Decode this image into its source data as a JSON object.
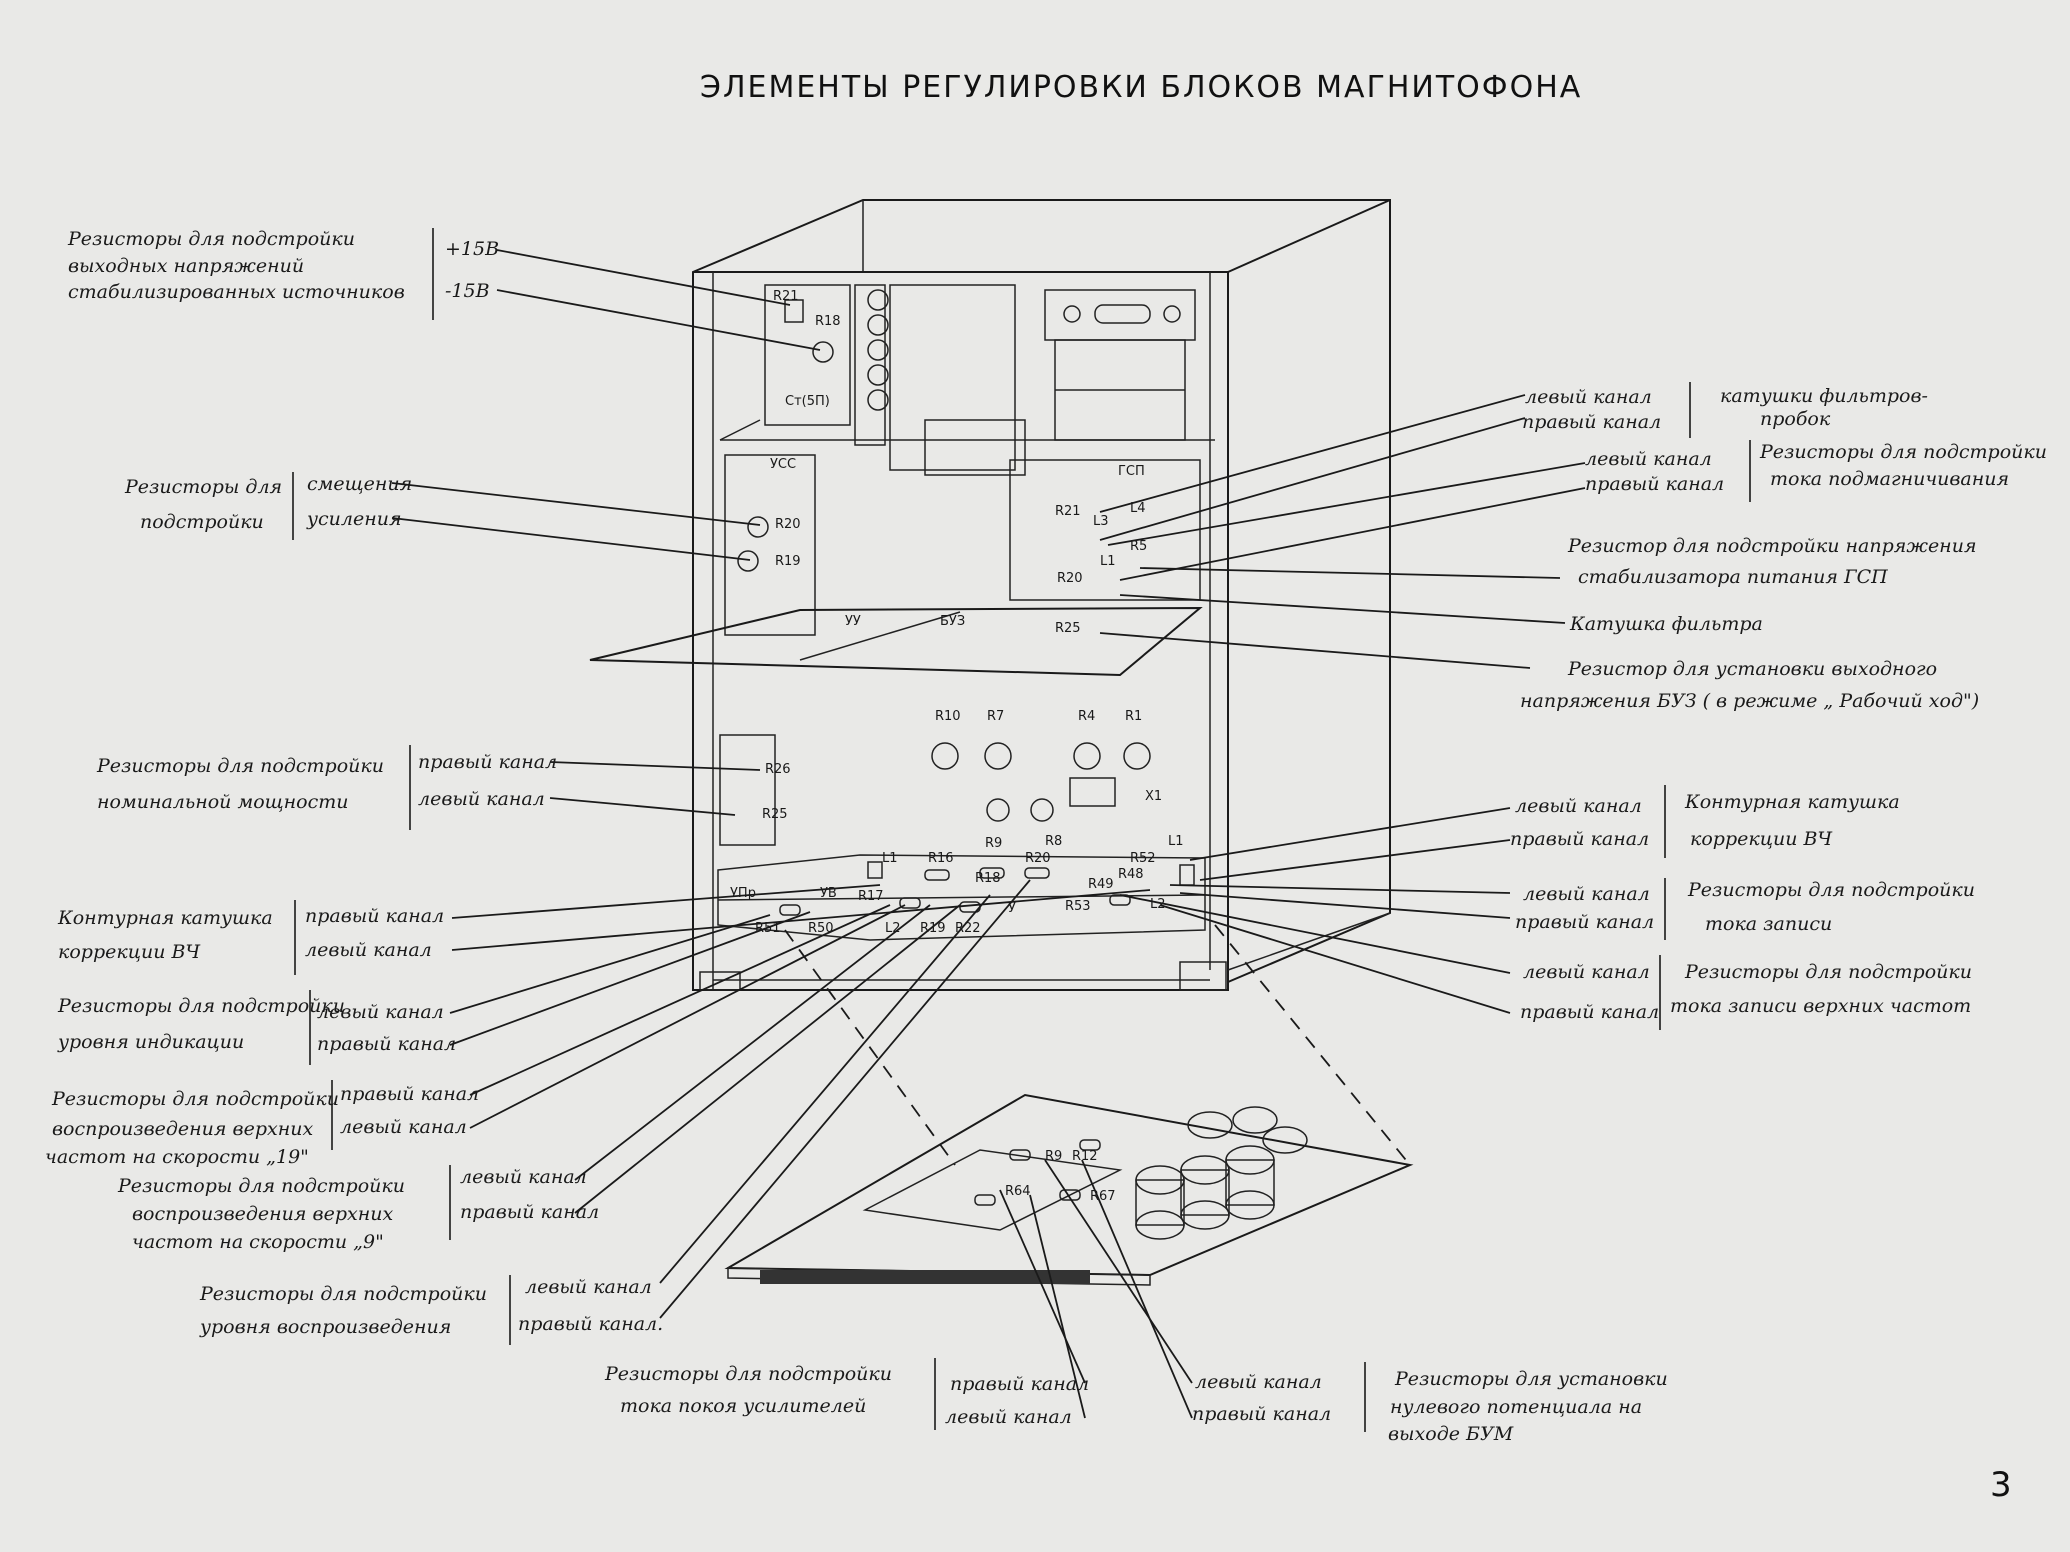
{
  "title": "ЭЛЕМЕНТЫ РЕГУЛИРОВКИ БЛОКОВ МАГНИТОФОНА",
  "page_number": "3",
  "left_annotations": {
    "stab": {
      "l1": "Резисторы для подстройки",
      "l2": "выходных напряжений",
      "l3": "стабилизированных источников",
      "o1": "+15В",
      "o2": "-15В"
    },
    "bias": {
      "l1": "Резисторы для",
      "l2": "подстройки",
      "o1": "смещения",
      "o2": "усиления"
    },
    "power": {
      "l1": "Резисторы для подстройки",
      "l2": "номинальной мощности",
      "o1": "правый канал",
      "o2": "левый канал"
    },
    "hf_coil": {
      "l1": "Контурная катушка",
      "l2": "коррекции ВЧ",
      "o1": "правый канал",
      "o2": "левый канал"
    },
    "indic": {
      "l1": "Резисторы для подстройки",
      "l2": "уровня индикации",
      "o1": "левый канал",
      "o2": "правый канал"
    },
    "play19": {
      "l1": "Резисторы для подстройки",
      "l2": "воспроизведения верхних",
      "l3": "частот на скорости „19\"",
      "o1": "правый канал",
      "o2": "левый канал"
    },
    "play9": {
      "l1": "Резисторы для подстройки",
      "l2": "воспроизведения верхних",
      "l3": "частот на скорости „9\"",
      "o1": "левый канал",
      "o2": "правый канал"
    },
    "playlvl": {
      "l1": "Резисторы для подстройки",
      "l2": "уровня воспроизведения",
      "o1": "левый канал",
      "o2": "правый канал."
    }
  },
  "right_annotations": {
    "filt": {
      "c1": "левый канал",
      "c2": "правый канал",
      "l1": "катушки фильтров-",
      "l2": "пробок"
    },
    "magn": {
      "c1": "левый канал",
      "c2": "правый канал",
      "l1": "Резисторы для подстройки",
      "l2": "тока подмагничивания"
    },
    "gsp": {
      "l1": "Резистор для подстройки напряжения",
      "l2": "стабилизатора питания ГСП"
    },
    "coil": {
      "l1": "Катушка фильтра"
    },
    "buz": {
      "l1": "Резистор для установки выходного",
      "l2": "напряжения БУЗ ( в режиме „ Рабочий ход\")"
    },
    "hf2": {
      "c1": "левый канал",
      "c2": "правый канал",
      "l1": "Контурная катушка",
      "l2": "коррекции ВЧ"
    },
    "rec": {
      "c1": "левый канал",
      "c2": "правый канал",
      "l1": "Резисторы для подстройки",
      "l2": "тока записи"
    },
    "rechf": {
      "c1": "левый канал",
      "c2": "правый канал",
      "l1": "Резисторы для подстройки",
      "l2": "тока записи верхних частот"
    }
  },
  "bottom_annotations": {
    "quiescent": {
      "l1": "Резисторы для подстройки",
      "l2": "тока покоя усилителей",
      "o1": "правый канал",
      "o2": "левый канал"
    },
    "zero": {
      "c1": "левый канал",
      "c2": "правый канал",
      "l1": "Резисторы для установки",
      "l2": "нулевого потенциала на",
      "l3": "выходе БУМ"
    }
  },
  "component_labels": {
    "R21": "R21",
    "R18": "R18",
    "Cm": "Ст(5П)",
    "USS": "УСС",
    "R20": "R20",
    "R19": "R19",
    "GSP": "ГСП",
    "L4": "L4",
    "R21b": "R21",
    "L3": "L3",
    "R5": "R5",
    "R20b": "R20",
    "L1": "L1",
    "UU": "УУ",
    "BUZ": "БУЗ",
    "R25": "R25",
    "R10": "R10",
    "R7": "R7",
    "R4": "R4",
    "R1": "R1",
    "X1": "Х1",
    "R9": "R9",
    "R8": "R8",
    "R26": "R26",
    "R25b": "R25",
    "L1b": "L1",
    "R16": "R16",
    "R18b": "R18",
    "R20c": "R20",
    "R52": "R52",
    "L1c": "L1",
    "UPr": "УПр",
    "UV": "УВ",
    "R17": "R17",
    "R49": "R49",
    "R48": "R48",
    "R51": "R51",
    "R50": "R50",
    "L2": "L2",
    "R19b": "R19",
    "R22": "R22",
    "Y": "У",
    "R53": "R53",
    "L2b": "L2",
    "R9b": "R9",
    "R12": "R12",
    "R64": "R64",
    "R67": "R67"
  }
}
